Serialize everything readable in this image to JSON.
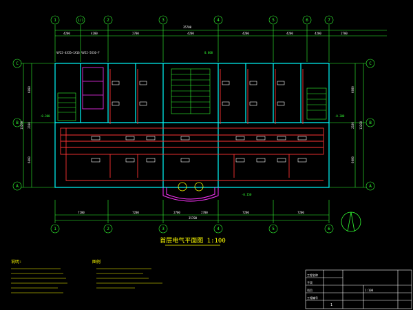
{
  "drawing": {
    "title": "首层电气平面图 1:100",
    "overall_dim_top": "35700",
    "overall_dim_bottom": "35700",
    "top_dims": [
      "4200",
      "4200",
      "2700",
      "4200",
      "4200",
      "4200",
      "4200",
      "2700"
    ],
    "bottom_dims": [
      "7200",
      "7200",
      "2700",
      "2700",
      "7200",
      "7200"
    ],
    "left_dims": [
      "6000",
      "2100",
      "6000"
    ],
    "left_total": "13200",
    "right_dims": [
      "6000",
      "2100",
      "6000"
    ],
    "right_total": "13200",
    "grid_cols_top": [
      "1",
      "1/1",
      "2",
      "3",
      "4",
      "5",
      "6",
      "7"
    ],
    "grid_cols_bottom": [
      "1",
      "2",
      "3",
      "4",
      "5",
      "6"
    ],
    "grid_rows": [
      "C",
      "B",
      "A"
    ],
    "level_marks": [
      "0.000",
      "-0.300",
      "-0.300",
      "-0.150"
    ],
    "feeder_label": "VV22-4X35+1X16  VV22-5X10-F",
    "notes_left_title": "说明:",
    "notes_right_title": "图例",
    "colors": {
      "background": "#000000",
      "walls": "#00ffff",
      "wiring": "#ff3333",
      "fixtures": "#ffffff",
      "text": "#33ff33",
      "grid": "#33ff33",
      "panel": "#ff33ff"
    }
  },
  "title_block": {
    "rows": [
      "工程名称",
      "子项",
      "项目",
      "工程编号"
    ],
    "sheet_no": "1",
    "scale": "1:100"
  }
}
